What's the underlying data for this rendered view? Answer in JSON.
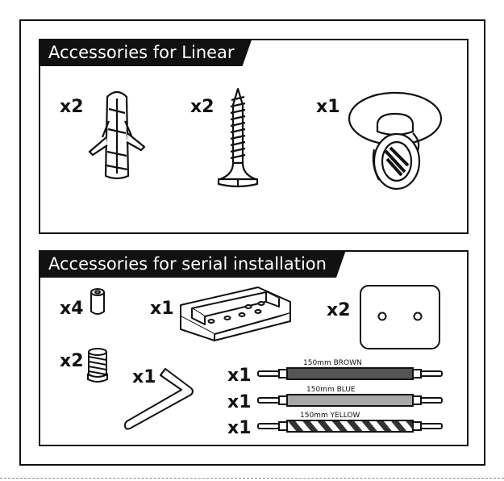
{
  "sections": {
    "linear": {
      "title": "Accessories for Linear"
    },
    "serial": {
      "title": "Accessories for serial installation"
    }
  },
  "items": {
    "wall_plug_qty": "x2",
    "screw_qty": "x2",
    "suction_mount_qty": "x1",
    "spacer_qty": "x4",
    "bracket_qty": "x1",
    "plate_qty": "x2",
    "set_screw_qty": "x2",
    "hex_key_qty": "x1",
    "wire_brown_qty": "x1",
    "wire_blue_qty": "x1",
    "wire_yellow_qty": "x1"
  },
  "wires": {
    "brown_label": "150mm BROWN",
    "blue_label": "150mm BLUE",
    "yellow_label": "150mm YELLOW"
  },
  "colors": {
    "brown": "#555555",
    "blue": "#a8a8a8",
    "yellow_stripe": "#333333"
  }
}
